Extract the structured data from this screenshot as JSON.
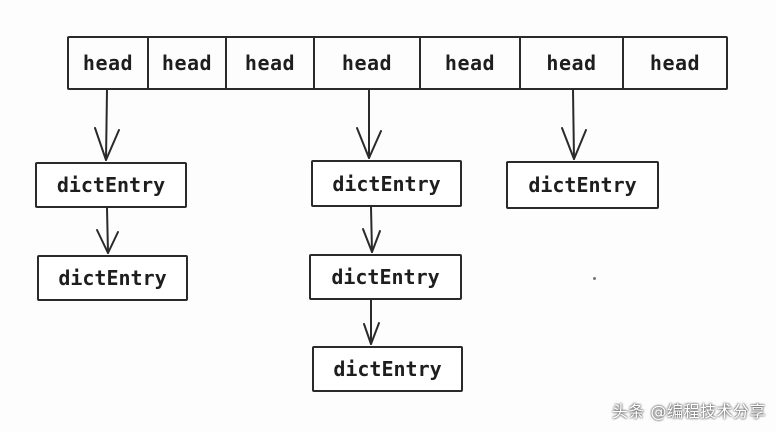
{
  "buckets": [
    {
      "label": "head"
    },
    {
      "label": "head"
    },
    {
      "label": "head"
    },
    {
      "label": "head"
    },
    {
      "label": "head"
    },
    {
      "label": "head"
    },
    {
      "label": "head"
    }
  ],
  "chains": [
    {
      "bucket_index": 0,
      "entries": [
        "dictEntry",
        "dictEntry"
      ]
    },
    {
      "bucket_index": 3,
      "entries": [
        "dictEntry",
        "dictEntry",
        "dictEntry"
      ]
    },
    {
      "bucket_index": 5,
      "entries": [
        "dictEntry"
      ]
    }
  ],
  "watermark": "头条 @编程技术分享"
}
